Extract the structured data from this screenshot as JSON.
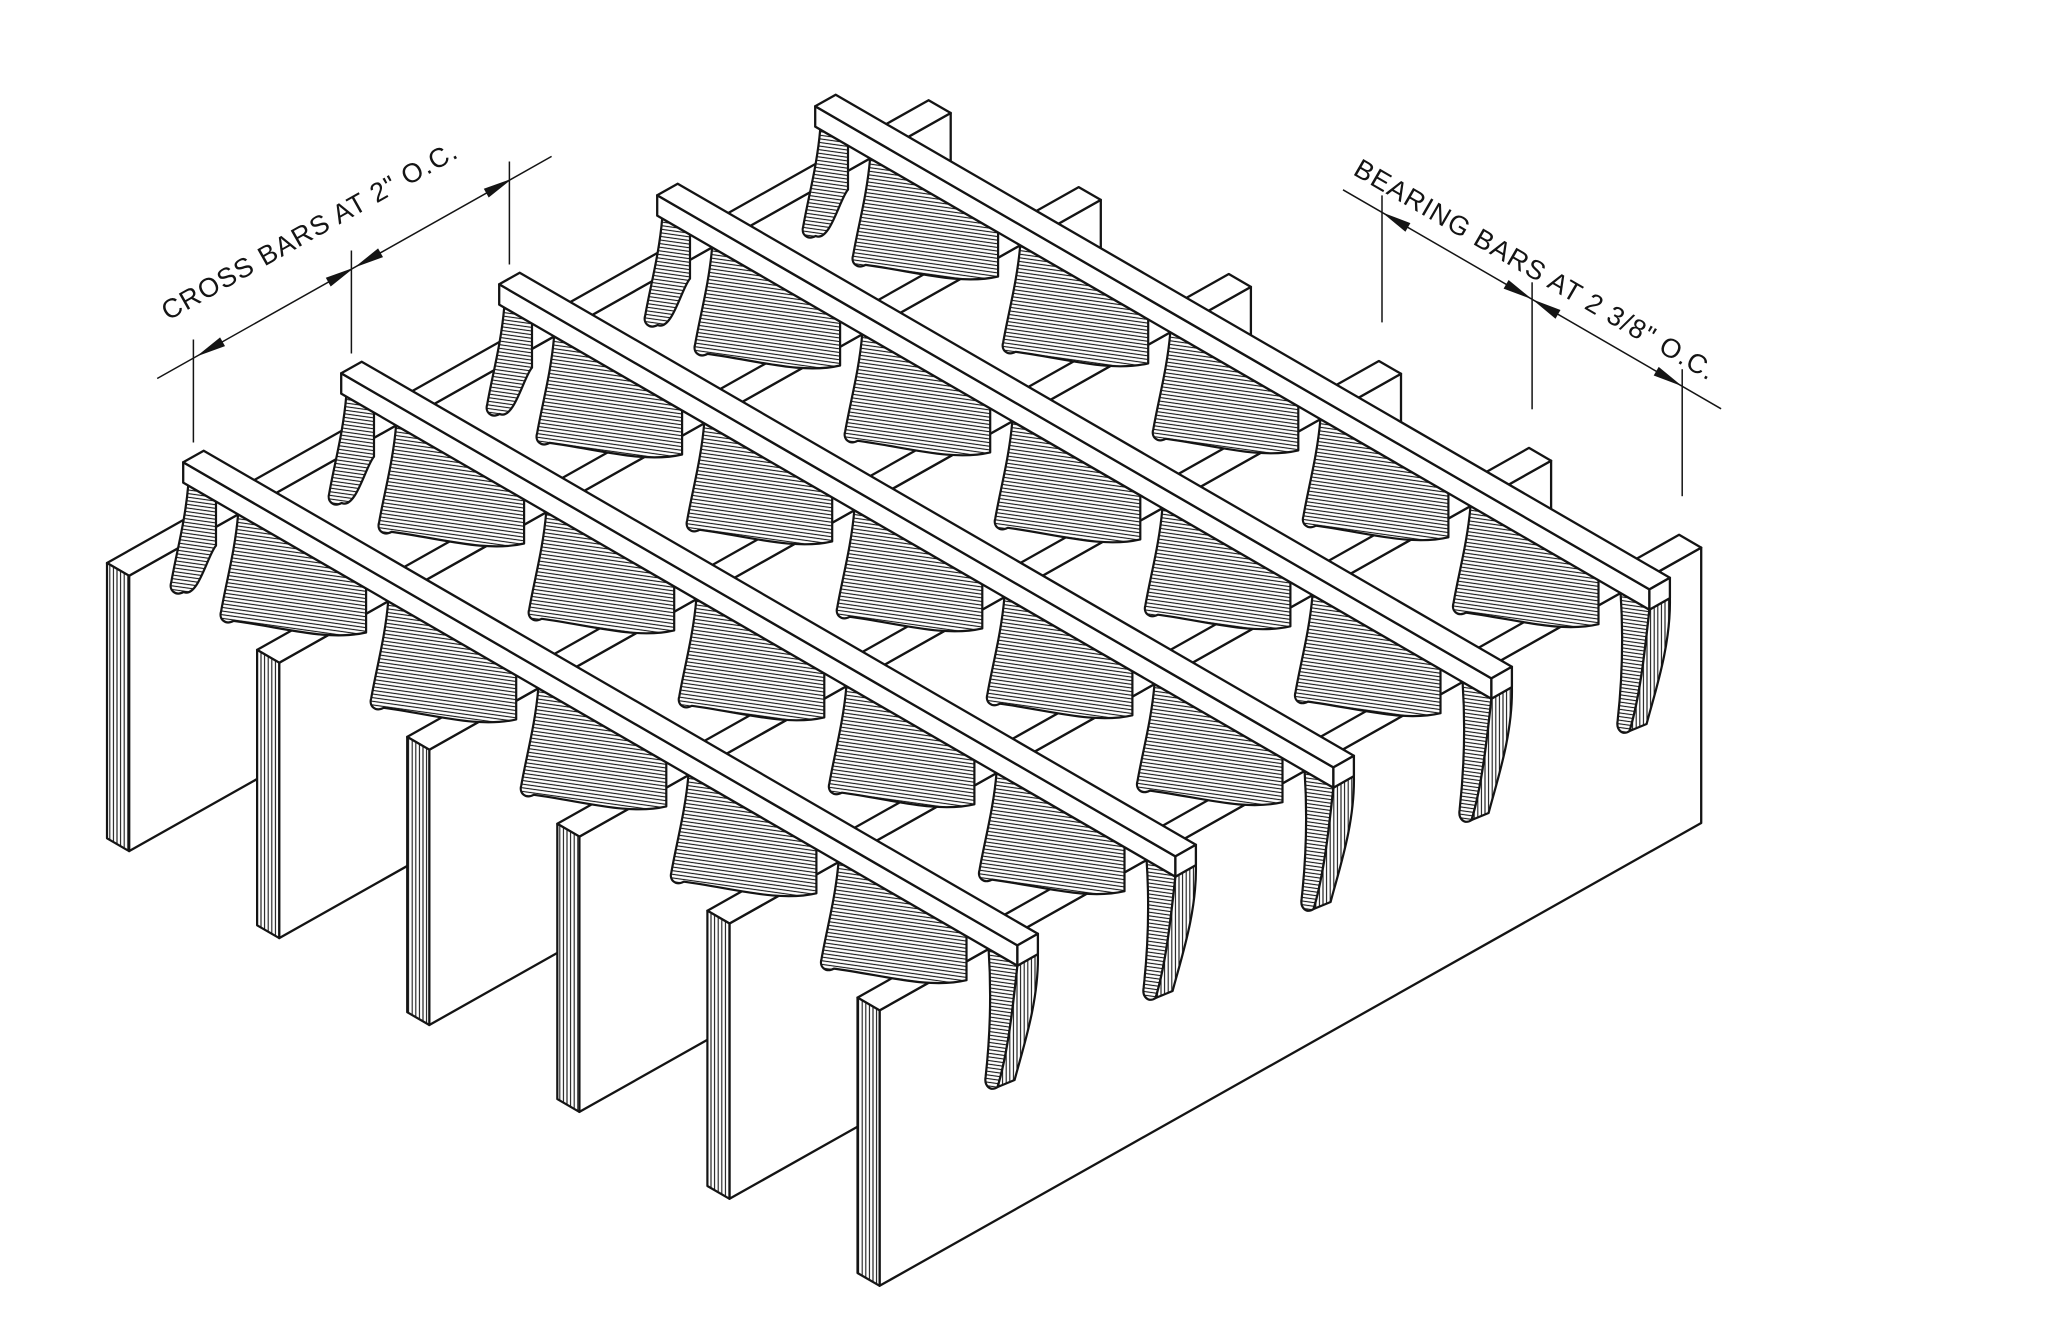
{
  "page": {
    "background": "#ffffff",
    "line_color": "#141414"
  },
  "diagram": {
    "type": "isometric-technical-line-drawing",
    "subject": "steel bar grating detail",
    "bearing_bars": {
      "count": 6,
      "spacing_inches": 2.375,
      "spacing_text": "2 3/8\" O.C."
    },
    "cross_bars": {
      "count": 5,
      "spacing_inches": 2.0,
      "spacing_text": "2\" O.C."
    },
    "hatched_parts": [
      "bearing-bar end sections",
      "crimped web straps under cross bars",
      "cross-bar end tails"
    ]
  },
  "annotations": {
    "cross_bars_label": "CROSS BARS AT 2\" O.C.",
    "bearing_bars_label": "BEARING BARS AT 2 3/8\" O.C."
  }
}
